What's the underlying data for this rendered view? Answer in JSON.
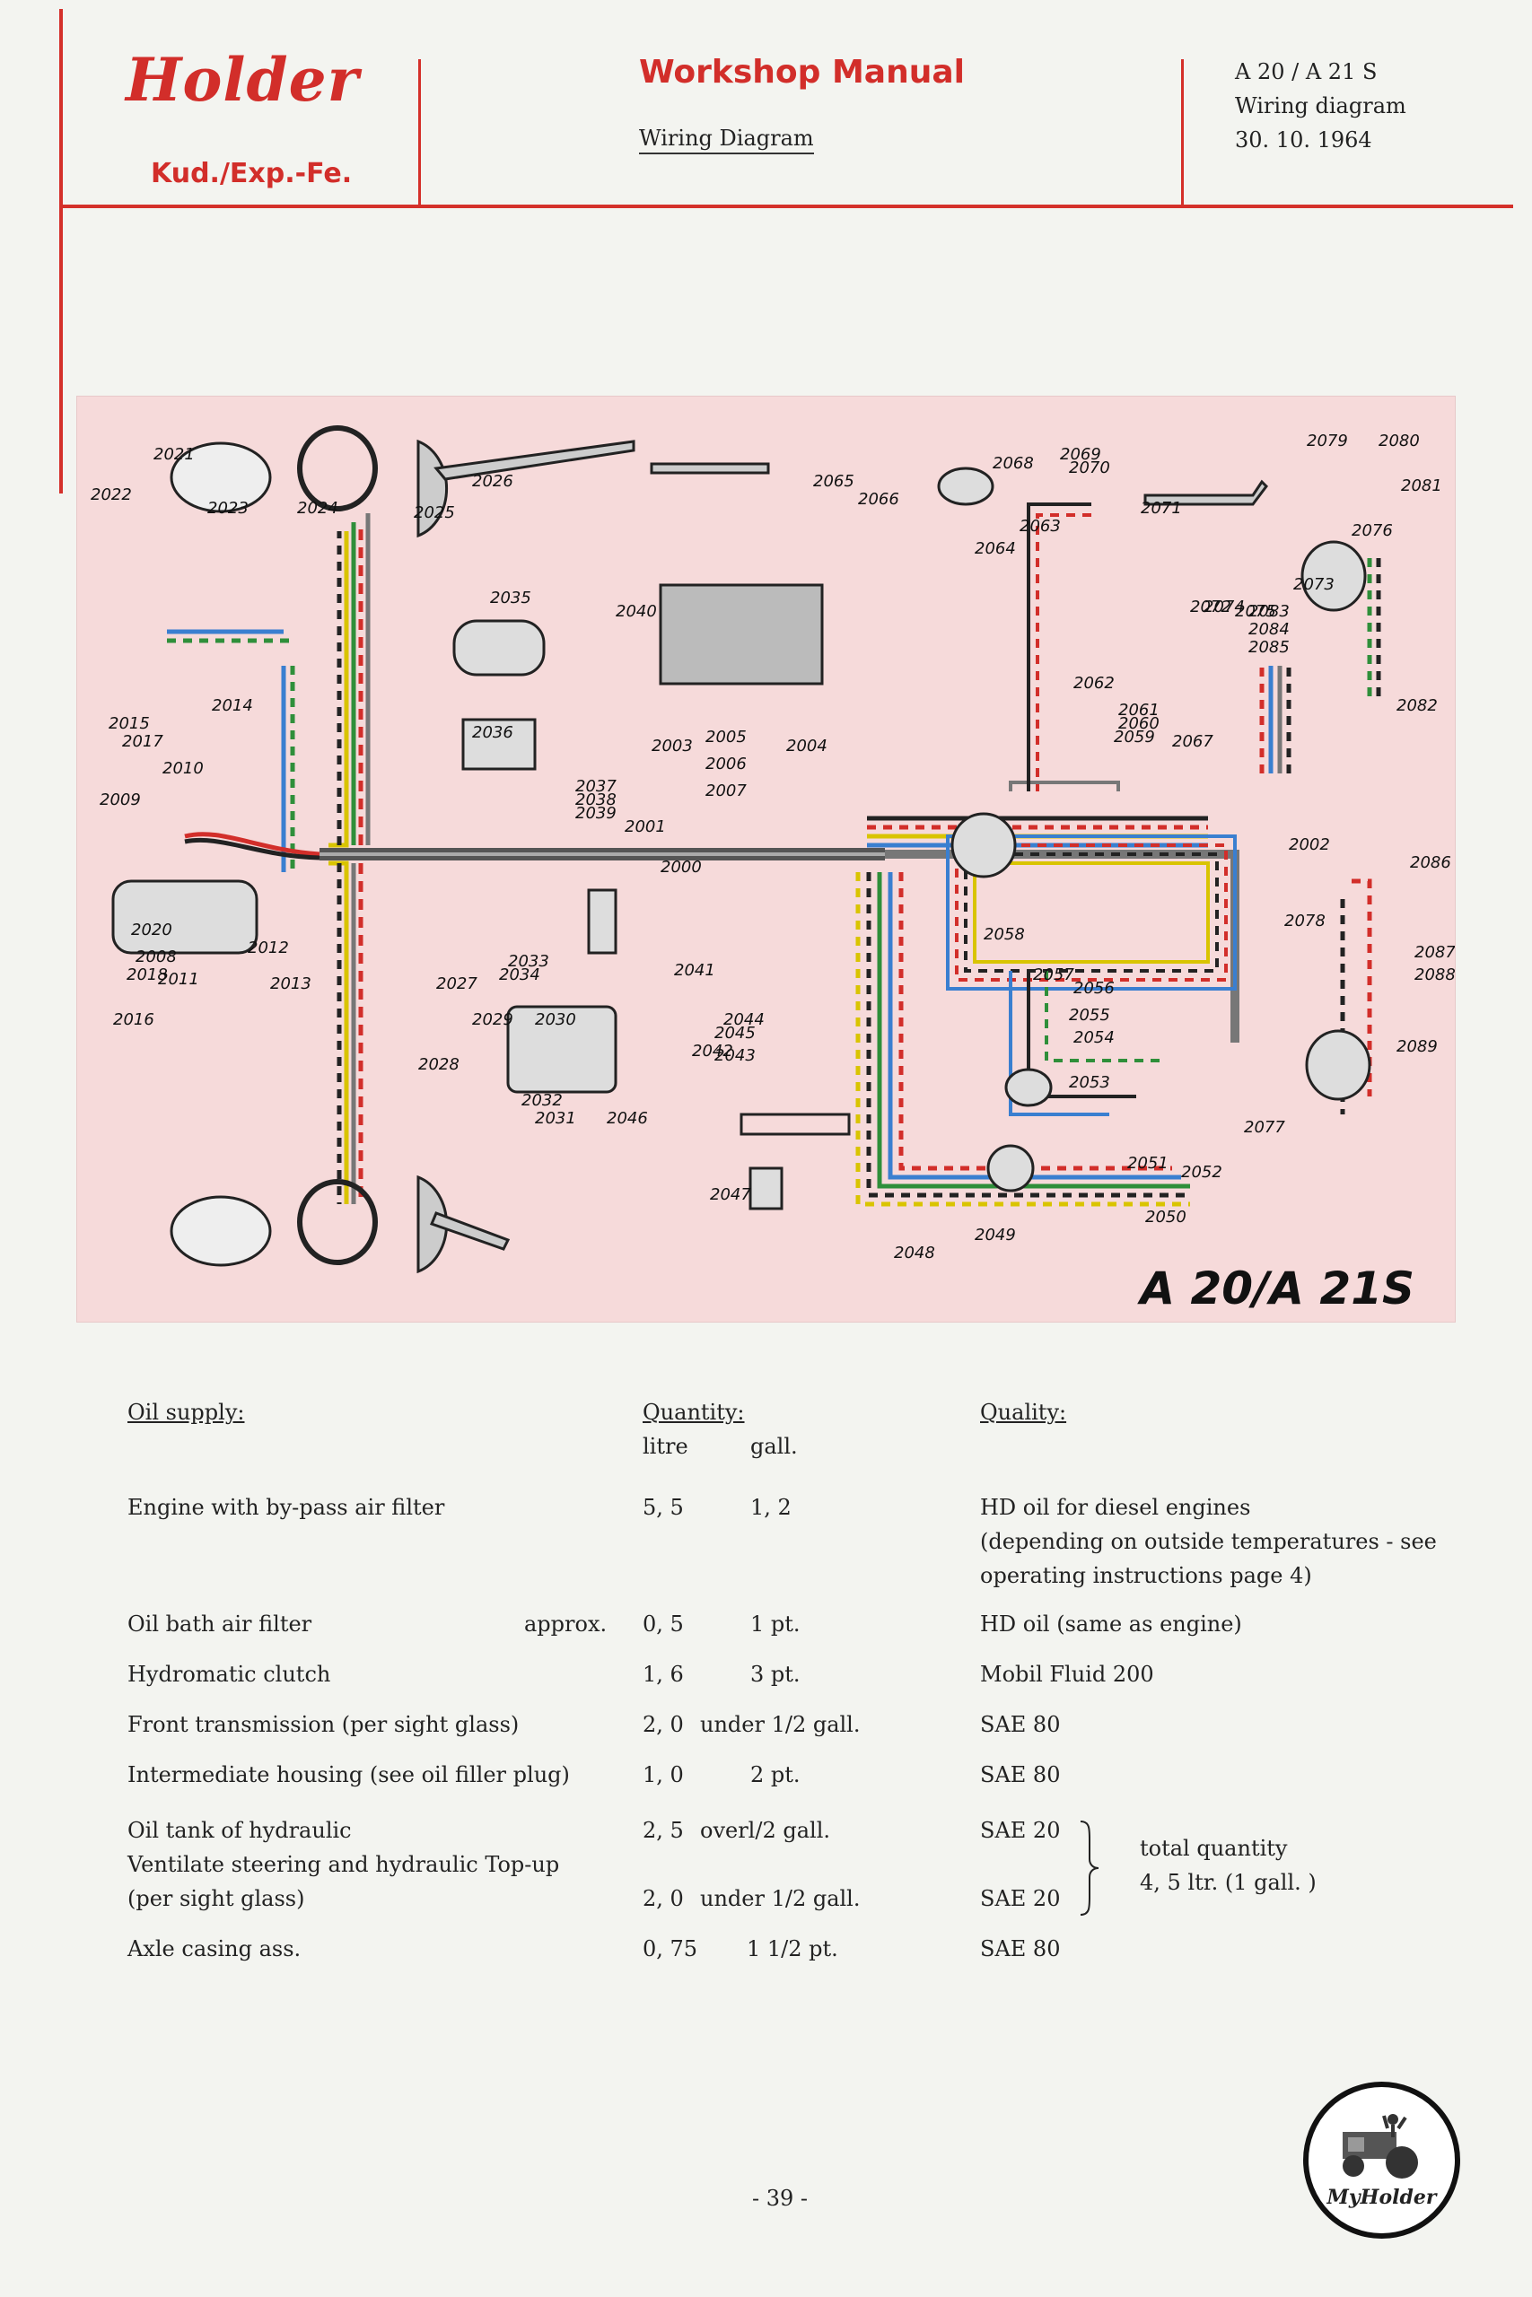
{
  "header": {
    "brand": "Holder",
    "department": "Kud./Exp.-Fe.",
    "title": "Workshop Manual",
    "subtitle": "Wiring Diagram",
    "model": "A 20 / A 21 S",
    "doc_type": "Wiring diagram",
    "date": "30. 10. 1964"
  },
  "diagram": {
    "label": "A 20/A 21S",
    "part_numbers": [
      "2000",
      "2001",
      "2002",
      "2003",
      "2004",
      "2005",
      "2006",
      "2007",
      "2008",
      "2009",
      "2010",
      "2011",
      "2012",
      "2013",
      "2014",
      "2015",
      "2016",
      "2017",
      "2018",
      "2020",
      "2021",
      "2022",
      "2023",
      "2024",
      "2025",
      "2026",
      "2027",
      "2028",
      "2029",
      "2030",
      "2031",
      "2032",
      "2033",
      "2034",
      "2035",
      "2036",
      "2037",
      "2038",
      "2039",
      "2040",
      "2041",
      "2042",
      "2043",
      "2044",
      "2045",
      "2046",
      "2047",
      "2048",
      "2049",
      "2050",
      "2051",
      "2052",
      "2053",
      "2054",
      "2055",
      "2056",
      "2057",
      "2058",
      "2059",
      "2060",
      "2061",
      "2062",
      "2063",
      "2064",
      "2065",
      "2066",
      "2067",
      "2068",
      "2069",
      "2070",
      "2071",
      "2072",
      "2073",
      "2074",
      "2075",
      "2076",
      "2077",
      "2078",
      "2079",
      "2080",
      "2081",
      "2082",
      "2083",
      "2084",
      "2085",
      "2086",
      "2087",
      "2088",
      "2089"
    ]
  },
  "oil_table": {
    "heading": "Oil supply:",
    "quantity_heading": "Quantity:",
    "quality_heading": "Quality:",
    "unit_litre": "litre",
    "unit_gall": "gall.",
    "rows": [
      {
        "item": "Engine with by-pass air filter",
        "approx": "",
        "litre": "5, 5",
        "gall": "1, 2",
        "quality": [
          "HD oil for diesel engines",
          "(depending on outside temperatures  - see",
          "operating instructions page 4)"
        ]
      },
      {
        "item": "Oil bath air filter",
        "approx": "approx.",
        "litre": "0, 5",
        "gall": "1 pt.",
        "quality": [
          "HD oil (same as engine)"
        ]
      },
      {
        "item": "Hydromatic clutch",
        "approx": "",
        "litre": "1, 6",
        "gall": "3 pt.",
        "quality": [
          "Mobil Fluid 200"
        ]
      },
      {
        "item": "Front transmission (per sight glass)",
        "approx": "",
        "litre": "2, 0",
        "gall": "under 1/2 gall.",
        "quality": [
          "SAE 80"
        ]
      },
      {
        "item": "Intermediate housing (see oil filler plug)",
        "approx": "",
        "litre": "1, 0",
        "gall": "2 pt.",
        "quality": [
          "SAE 80"
        ]
      }
    ],
    "hydraulic": {
      "item_lines": [
        "Oil tank of hydraulic",
        "Ventilate steering and hydraulic Top-up",
        "(per sight glass)"
      ],
      "qty1": "2, 5",
      "gall1": "overl/2 gall.",
      "quality1": "SAE 20",
      "qty2": "2, 0",
      "gall2": "under 1/2 gall.",
      "quality2": "SAE 20",
      "total_label": "total quantity",
      "total_value": "4, 5 ltr.  (1 gall. )"
    },
    "axle": {
      "item": "Axle casing ass.",
      "litre": "0, 75",
      "gall": "1 1/2 pt.",
      "quality": "SAE 80"
    }
  },
  "page_number": "- 39 -",
  "logo_text": "MyHolder"
}
